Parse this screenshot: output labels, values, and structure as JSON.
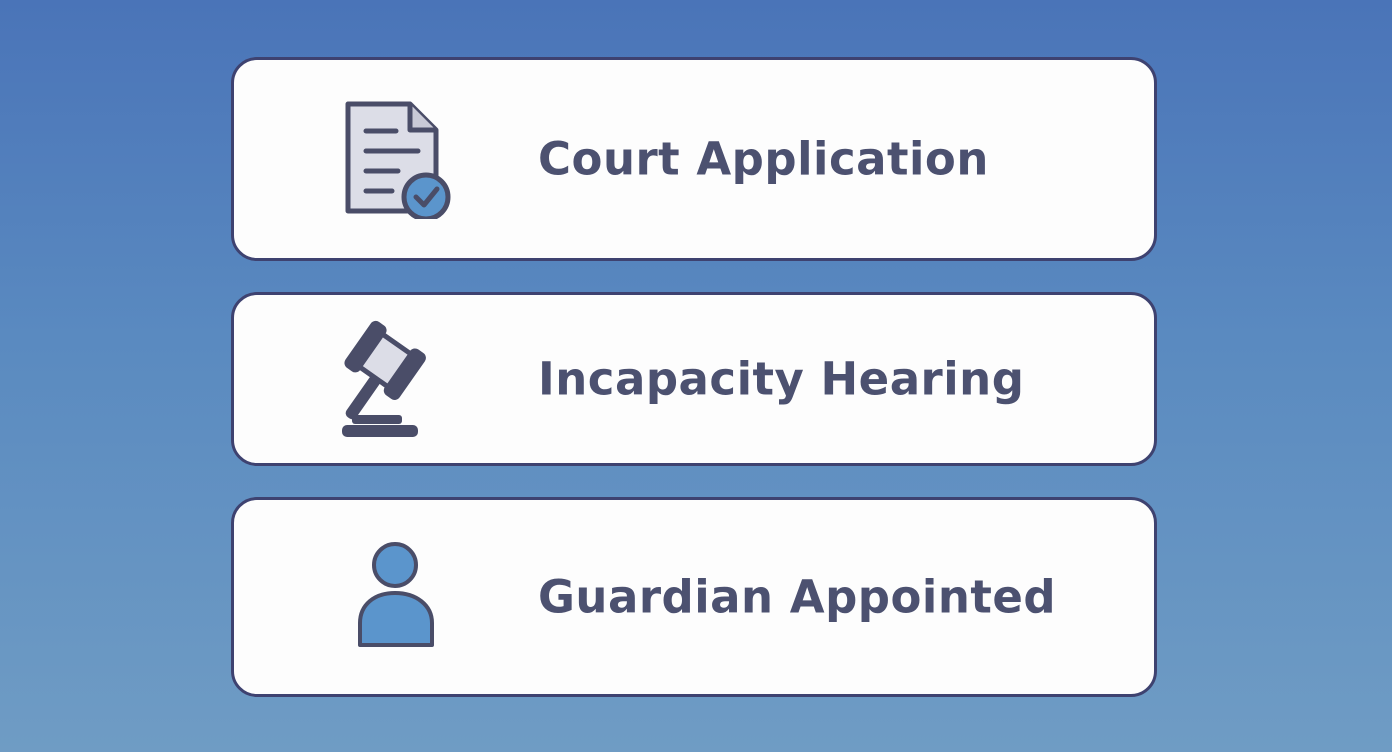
{
  "steps": [
    {
      "label": "Court Application",
      "icon": "document-check-icon"
    },
    {
      "label": "Incapacity Hearing",
      "icon": "gavel-icon"
    },
    {
      "label": "Guardian Appointed",
      "icon": "person-icon"
    }
  ],
  "colors": {
    "background_top": "#4a74b8",
    "background_bottom": "#6f9cc4",
    "card_fill": "#fdfdfd",
    "card_border": "#3e4270",
    "label_text": "#4c5170",
    "icon_outline": "#4a4d68",
    "icon_fill_gray": "#dcdde7",
    "icon_fill_blue": "#5b95cc"
  }
}
